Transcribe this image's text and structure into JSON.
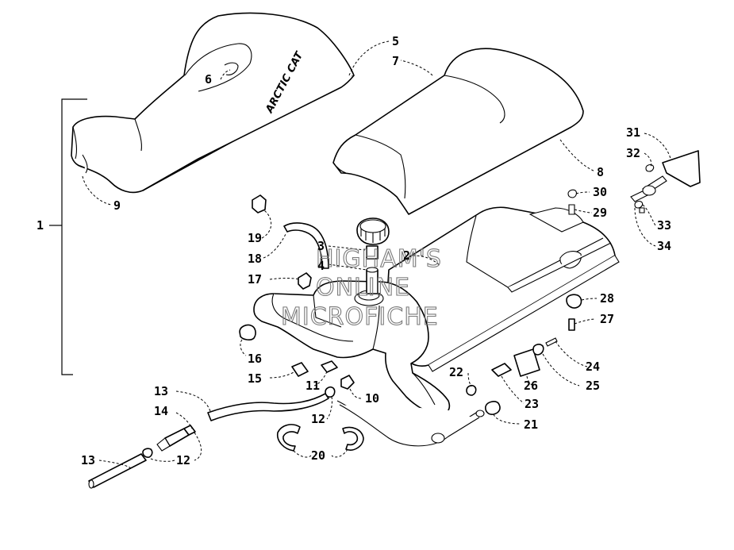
{
  "diagram": {
    "logo_text": "ARCTIC CAT",
    "watermark_lines": [
      "HIGHAM'S",
      "ONLINE",
      "MICROFICHE"
    ],
    "callouts": [
      "1",
      "2",
      "3",
      "4",
      "5",
      "6",
      "7",
      "8",
      "9",
      "10",
      "11",
      "12",
      "12",
      "13",
      "13",
      "14",
      "15",
      "16",
      "17",
      "18",
      "19",
      "20",
      "21",
      "22",
      "23",
      "24",
      "25",
      "26",
      "27",
      "28",
      "29",
      "30",
      "31",
      "32",
      "33",
      "34"
    ]
  }
}
